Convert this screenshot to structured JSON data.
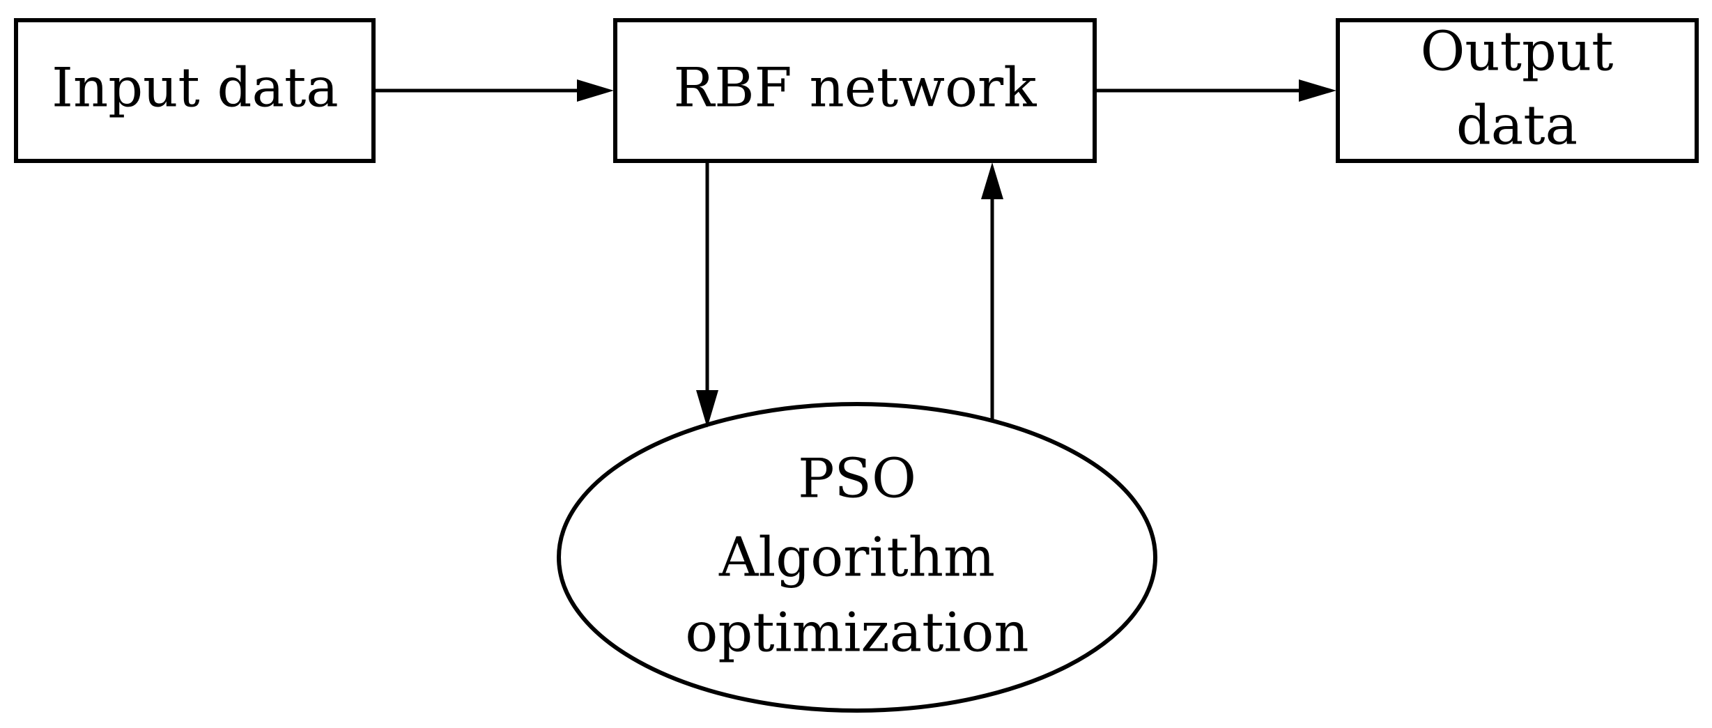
{
  "nodes": {
    "input": {
      "label": "Input data"
    },
    "rbf": {
      "label": "RBF network"
    },
    "output": {
      "lines": [
        "Output",
        "data"
      ]
    },
    "pso": {
      "lines": [
        "PSO",
        "Algorithm",
        "optimization"
      ]
    }
  },
  "colors": {
    "stroke": "#000000",
    "background": "#ffffff"
  }
}
